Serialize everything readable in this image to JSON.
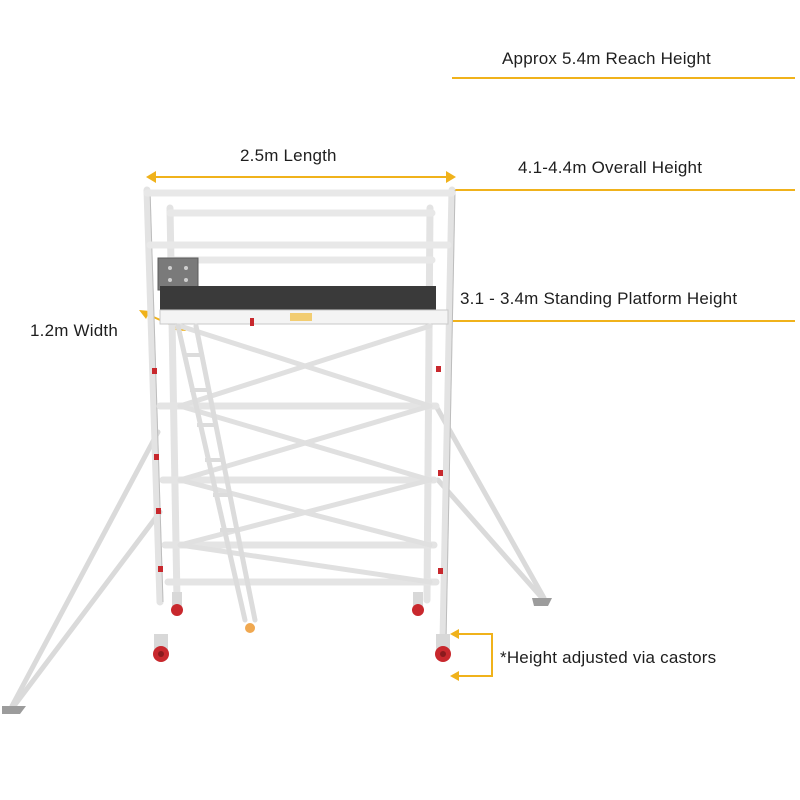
{
  "labels": {
    "reach_height": "Approx 5.4m Reach Height",
    "overall_height": "4.1-4.4m Overall Height",
    "length": "2.5m Length",
    "platform_height": "3.1 - 3.4m Standing Platform Height",
    "width": "1.2m Width",
    "castors_note": "*Height adjusted via castors"
  },
  "colors": {
    "accent": "#F0B21B",
    "frame": "#ECECEC",
    "frame_edge": "#B9B9B9",
    "deck": "#3A3A3A",
    "castor_red": "#C8282D"
  },
  "icons": [
    "arrow-left-icon",
    "arrow-right-icon",
    "arrow-down-icon",
    "arrow-up-icon"
  ]
}
